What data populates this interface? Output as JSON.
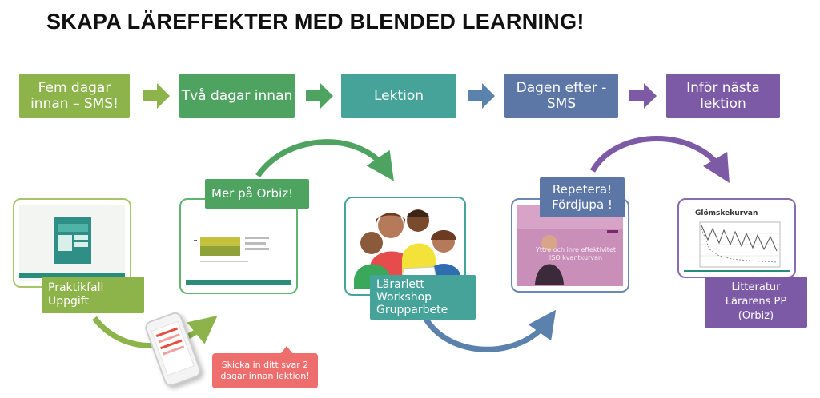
{
  "title": "SKAPA LÄREFFEKTER MED BLENDED LEARNING!",
  "steps": [
    {
      "label": "Fem dagar\ninnan – SMS!",
      "color": "#8db44a"
    },
    {
      "label": "Två dagar innan",
      "color": "#4da35f"
    },
    {
      "label": "Lektion",
      "color": "#45a39a"
    },
    {
      "label": "Dagen efter -\nSMS",
      "color": "#5c77a6"
    },
    {
      "label": "Inför nästa\nlektion",
      "color": "#7c5aa6"
    }
  ],
  "cards": [
    {
      "label": "Praktikfall\nUppgift"
    },
    {
      "label": "Mer på Orbiz!"
    },
    {
      "label": "Lärarlett\nWorkshop\nGrupparbete"
    },
    {
      "label": "Repetera!\nFördjupa !",
      "slide_text": "Yttre och inre effektivitet\nISO kvantkurvan"
    },
    {
      "label": "Litteratur\nLärarens PP (Orbiz)",
      "slide_title": "Glömskekurvan"
    }
  ],
  "sms_bubble": "Skicka in ditt svar 2\ndagar innan lektion!"
}
